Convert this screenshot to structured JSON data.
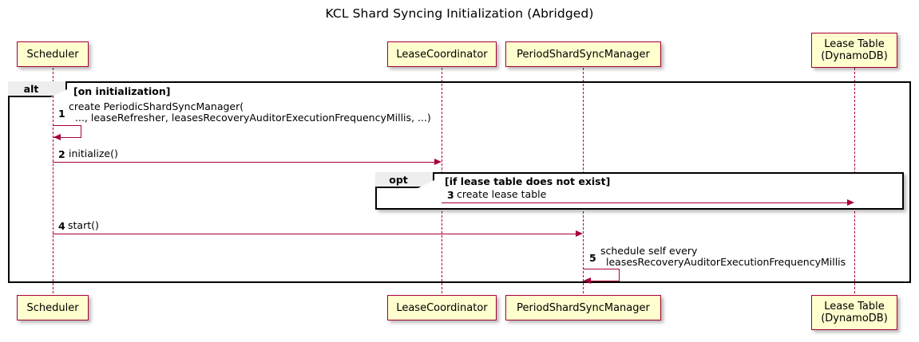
{
  "diagram": {
    "title": "KCL Shard Syncing Initialization (Abridged)",
    "type": "sequence-diagram",
    "colors": {
      "participant_fill": "#FEFECE",
      "participant_border": "#A80036",
      "arrow": "#A80036",
      "frame": "#000000",
      "tab_fill": "#EEEEEE"
    }
  },
  "participants": [
    {
      "id": "scheduler",
      "label": "Scheduler",
      "label_line2": ""
    },
    {
      "id": "lease-coordinator",
      "label": "LeaseCoordinator",
      "label_line2": ""
    },
    {
      "id": "period-shard-sync-manager",
      "label": "PeriodShardSyncManager",
      "label_line2": ""
    },
    {
      "id": "lease-table",
      "label": "Lease Table",
      "label_line2": "(DynamoDB)"
    }
  ],
  "groups": [
    {
      "id": "alt",
      "operator": "alt",
      "guard": "[on initialization]"
    },
    {
      "id": "opt",
      "operator": "opt",
      "guard": "[if lease table does not exist]"
    }
  ],
  "messages": [
    {
      "num": "1",
      "from": "scheduler",
      "to": "scheduler",
      "kind": "self",
      "text_line1": "create PeriodicShardSyncManager(",
      "text_line2": "..., leaseRefresher, leasesRecoveryAuditorExecutionFrequencyMillis, ...)"
    },
    {
      "num": "2",
      "from": "scheduler",
      "to": "lease-coordinator",
      "kind": "call",
      "text_line1": "initialize()",
      "text_line2": ""
    },
    {
      "num": "3",
      "from": "lease-coordinator",
      "to": "lease-table",
      "kind": "call",
      "text_line1": "create lease table",
      "text_line2": ""
    },
    {
      "num": "4",
      "from": "scheduler",
      "to": "period-shard-sync-manager",
      "kind": "call",
      "text_line1": "start()",
      "text_line2": ""
    },
    {
      "num": "5",
      "from": "period-shard-sync-manager",
      "to": "period-shard-sync-manager",
      "kind": "self",
      "text_line1": "schedule self every",
      "text_line2": "leasesRecoveryAuditorExecutionFrequencyMillis"
    }
  ]
}
